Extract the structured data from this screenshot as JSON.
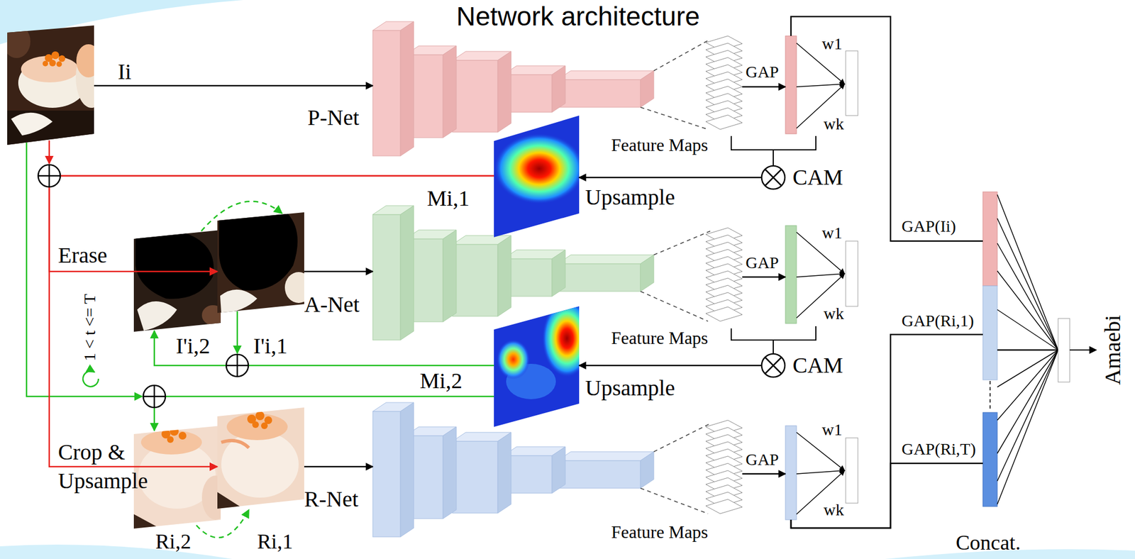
{
  "diagram": {
    "title": "Network architecture",
    "nodes": [
      {
        "text": [
          "Ii"
        ]
      },
      {
        "text": [
          "P-Net"
        ]
      },
      {
        "text": [
          "Feature Maps"
        ]
      },
      {
        "text": [
          "GAP"
        ]
      },
      {
        "text": [
          "CAM"
        ]
      },
      {
        "text": [
          "Mi,1",
          "Upsample"
        ]
      },
      {
        "text": [
          "I'i,2"
        ]
      },
      {
        "text": [
          "I'i,1"
        ]
      },
      {
        "text": [
          "A-Net"
        ]
      },
      {
        "text": [
          "Feature Maps"
        ]
      },
      {
        "text": [
          "GAP"
        ]
      },
      {
        "text": [
          "CAM"
        ]
      },
      {
        "text": [
          "Mi,2",
          "Upsample"
        ]
      },
      {
        "text": [
          "Ri,2"
        ]
      },
      {
        "text": [
          "Ri,1"
        ]
      },
      {
        "text": [
          "R-Net"
        ]
      },
      {
        "text": [
          "Feature Maps"
        ]
      },
      {
        "text": [
          "GAP"
        ]
      },
      {
        "text": [
          "Concat."
        ]
      },
      {
        "text": [
          "Amaebi"
        ]
      }
    ],
    "edges": [
      {
        "from": 0,
        "to": 1,
        "arrow": "to"
      },
      {
        "from": 2,
        "to": 3,
        "arrow": "to"
      },
      {
        "from": 4,
        "to": 5,
        "arrow": "to"
      },
      {
        "from": 5,
        "to": 7,
        "label": "Erase",
        "arrow": "to"
      },
      {
        "from": 5,
        "to": 14,
        "label": "Crop & Upsample",
        "arrow": "to"
      },
      {
        "from": 7,
        "to": 8,
        "arrow": "to"
      },
      {
        "from": 9,
        "to": 10,
        "arrow": "to"
      },
      {
        "from": 11,
        "to": 12,
        "arrow": "to"
      },
      {
        "from": 12,
        "to": 6,
        "arrow": "to"
      },
      {
        "from": 12,
        "to": 13,
        "arrow": "to"
      },
      {
        "from": 14,
        "to": 15,
        "arrow": "to"
      },
      {
        "from": 16,
        "to": 17,
        "arrow": "to"
      },
      {
        "from": 3,
        "to": 18,
        "label": "GAP(Ii)",
        "arrow": "none"
      },
      {
        "from": 17,
        "to": 18,
        "label": "GAP(Ri,1)",
        "arrow": "none"
      },
      {
        "from": 17,
        "to": 18,
        "label": "GAP(Ri,T)",
        "arrow": "none"
      },
      {
        "from": 18,
        "to": 19,
        "arrow": "none"
      },
      {
        "from": 6,
        "to": 7,
        "arrow": "to"
      },
      {
        "from": 13,
        "to": 14,
        "arrow": "to"
      },
      {
        "from": 1,
        "to": 2,
        "arrow": "none"
      },
      {
        "from": 8,
        "to": 9,
        "arrow": "none"
      },
      {
        "from": 15,
        "to": 16,
        "arrow": "none"
      }
    ],
    "labels": [
      "1 < t <= T",
      "w1",
      "wk",
      "w1",
      "wk",
      "w1",
      "wk"
    ]
  }
}
